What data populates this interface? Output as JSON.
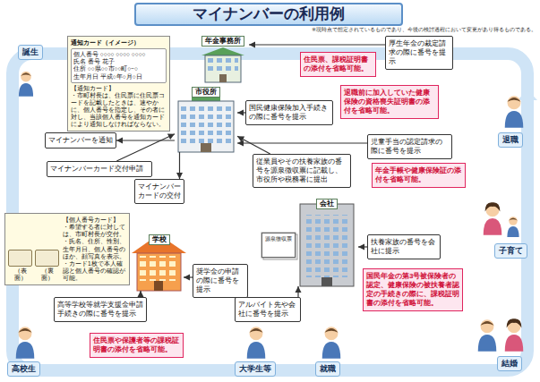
{
  "diagram": {
    "title": "マイナンバーの利用例",
    "nodes": [
      {
        "text": [
          "年金事務所"
        ]
      },
      {
        "text": [
          "市役所"
        ]
      },
      {
        "text": [
          "学校"
        ]
      },
      {
        "text": [
          "会社"
        ]
      },
      {
        "text": [
          "通知カード（イメージ）",
          "個人番号 ○○○○ ○○○○ ○○○○",
          "氏名 番号 花子",
          "住所 ○○県○○市○○町○−○",
          "生年月日 平成○年○月○日",
          "【通知カード】",
          "・市町村長は、住民票に住民票コードを記載したときは、速やかに、個人番号を指定し、その者に対し、当該個人番号を通知カードにより通知しなければならない。"
        ]
      },
      {
        "text": [
          "マイナンバーを通知"
        ]
      },
      {
        "text": [
          "マイナンバーカード交付申請"
        ]
      },
      {
        "text": [
          "マイナンバーカードの交付"
        ]
      },
      {
        "text": [
          "（表面）",
          "（裏面）",
          "【個人番号カード】",
          "・希望する者に対しては、市町村長が交付。",
          "・氏名、住所、性別、生年月日、個人番号のほか、顔写真を表示。",
          "・カード1枚で本人確認と個人番号の確認が可能。"
        ]
      },
      {
        "text": [
          "厚生年金の裁定請求の際に番号を提示"
        ]
      },
      {
        "text": [
          "住民票、課税証明書の添付を省略可能。"
        ]
      },
      {
        "text": [
          "国民健康保険加入手続きの際に番号を提示"
        ]
      },
      {
        "text": [
          "退職前に加入していた健康保険の資格喪失証明書の添付を省略可能。"
        ]
      },
      {
        "text": [
          "従業員やその扶養家族の番号を源泉徴収票に記載し、市役所や税務署に提出"
        ]
      },
      {
        "text": [
          "児童手当の認定請求の際に番号を提示"
        ]
      },
      {
        "text": [
          "年金手帳や健康保険証の添付を省略可能。"
        ]
      },
      {
        "text": [
          "扶養家族の番号を会社に提示"
        ]
      },
      {
        "text": [
          "国民年金の第3号被保険者の認定、健康保険の被扶養者認定の手続きの際に、課税証明書の添付を省略可能。"
        ]
      },
      {
        "text": [
          "アルバイト先や会社に番号を提示"
        ]
      },
      {
        "text": [
          "奨学金の申請の際に番号を提示"
        ]
      },
      {
        "text": [
          "高等学校等就学支援金申請手続きの際に番号を提示"
        ]
      },
      {
        "text": [
          "住民票や保護者等の課税証明書の添付を省略可能。"
        ]
      },
      {
        "text": [
          "源泉徴収票"
        ]
      }
    ],
    "edges": [
      {
        "from": 1,
        "to": 5,
        "arrow": "to"
      },
      {
        "from": 6,
        "to": 1,
        "arrow": "to"
      },
      {
        "from": 1,
        "to": 7,
        "arrow": "to"
      },
      {
        "from": 9,
        "to": 0,
        "arrow": "to"
      },
      {
        "from": 11,
        "to": 1,
        "arrow": "to"
      },
      {
        "from": 13,
        "to": 1,
        "arrow": "to"
      },
      {
        "from": 14,
        "to": 1,
        "arrow": "to"
      },
      {
        "from": 16,
        "to": 3,
        "arrow": "to"
      },
      {
        "from": 18,
        "to": 3,
        "arrow": "to"
      },
      {
        "from": 19,
        "to": 2,
        "arrow": "to"
      },
      {
        "from": 20,
        "to": 2,
        "arrow": "to"
      }
    ],
    "labels": [
      "※現時点で想定されているものであり、今後の検討過程において変更があり得るものである。",
      "誕生",
      "退職",
      "子育て",
      "結婚",
      "就職",
      "大学生等",
      "高校生"
    ]
  }
}
